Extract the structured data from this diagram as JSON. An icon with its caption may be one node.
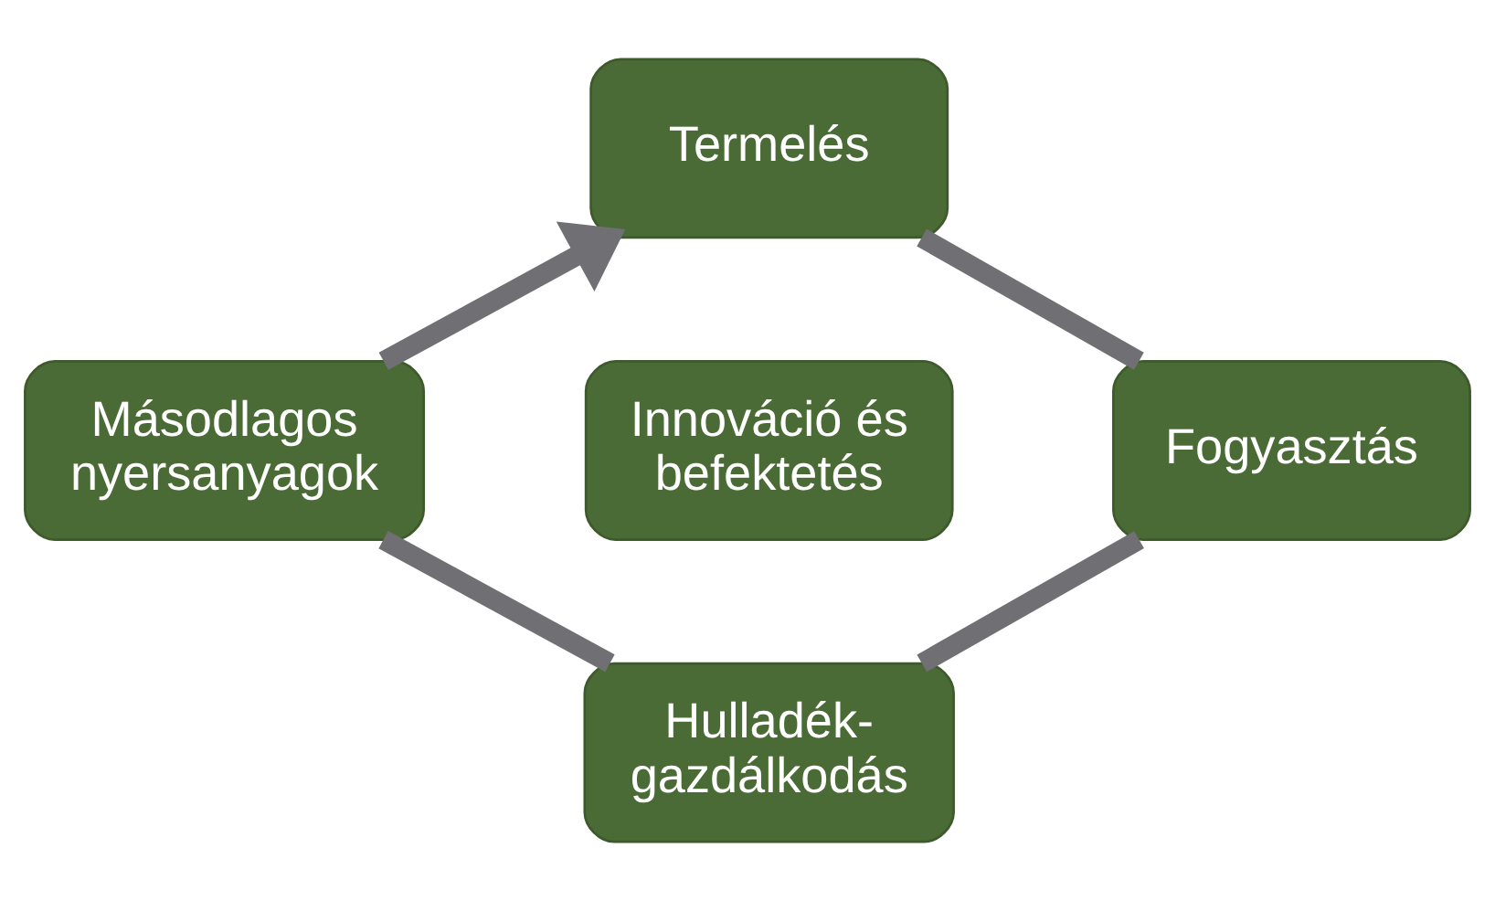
{
  "diagram": {
    "nodes": [
      {
        "text": [
          "Termelés"
        ]
      },
      {
        "text": [
          "Másodlagos nyersanyagok"
        ]
      },
      {
        "text": [
          "Innováció és befektetés"
        ]
      },
      {
        "text": [
          "Fogyasztás"
        ]
      },
      {
        "text": [
          "Hulladék- gazdálkodás"
        ]
      }
    ],
    "edges": [
      {
        "from": 0,
        "to": 3,
        "arrow": "none"
      },
      {
        "from": 3,
        "to": 4,
        "arrow": "none"
      },
      {
        "from": 4,
        "to": 1,
        "arrow": "none"
      },
      {
        "from": 1,
        "to": 0,
        "arrow": "to"
      }
    ]
  }
}
